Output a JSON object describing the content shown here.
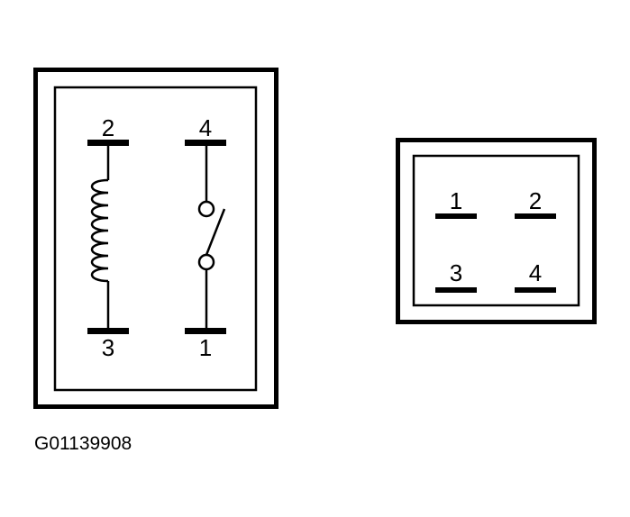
{
  "relay_schematic": {
    "pins": {
      "top_left": "2",
      "top_right": "4",
      "bottom_left": "3",
      "bottom_right": "1"
    }
  },
  "connector_face": {
    "pins": {
      "top_left": "1",
      "top_right": "2",
      "bottom_left": "3",
      "bottom_right": "4"
    }
  },
  "caption": "G01139908",
  "colors": {
    "ink": "#000000",
    "background": "#ffffff"
  }
}
